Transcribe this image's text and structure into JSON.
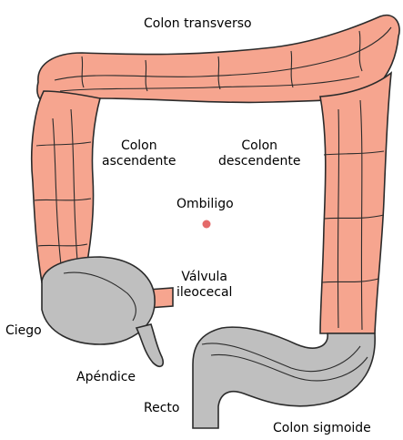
{
  "labels": {
    "transverse_colon": "Colon transverso",
    "ascending_colon": [
      "Colon",
      "ascendente"
    ],
    "descending_colon": [
      "Colon",
      "descendente"
    ],
    "navel": "Ombiligo",
    "ileocecal_valve": [
      "Válvula",
      "ileocecal"
    ],
    "cecum": "Ciego",
    "appendix": "Apéndice",
    "rectum": "Recto",
    "sigmoid_colon": "Colon sigmoide"
  },
  "colors": {
    "colon_fill": "#F6A58F",
    "lower_gray": "#BFBFBF",
    "outline": "#2B2B2B",
    "navel_marker": "#E46A6A"
  }
}
